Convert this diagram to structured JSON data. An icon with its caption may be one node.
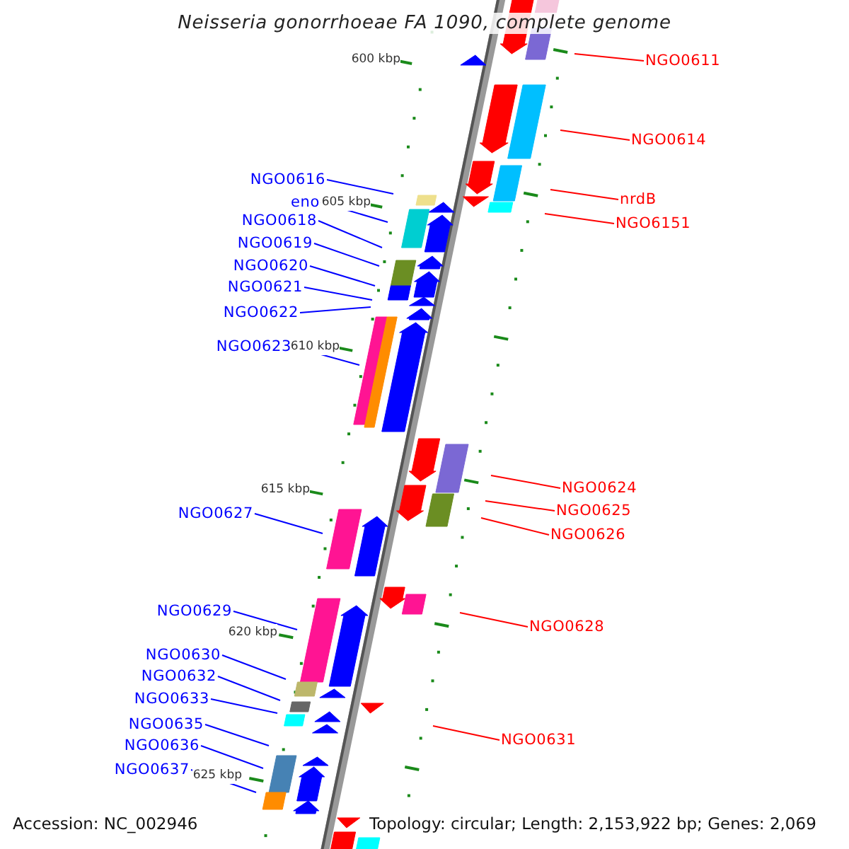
{
  "diagram": {
    "title": "Neisseria gonorrhoeae FA 1090, complete genome",
    "nodes": [
      {
        "text": [
          "NGO0611"
        ]
      },
      {
        "text": [
          "NGO0614"
        ]
      },
      {
        "text": [
          "NGO0616"
        ]
      },
      {
        "text": [
          "nrdB"
        ]
      },
      {
        "text": [
          "eno"
        ]
      },
      {
        "text": [
          "NGO0618"
        ]
      },
      {
        "text": [
          "NGO6151"
        ]
      },
      {
        "text": [
          "NGO0619"
        ]
      },
      {
        "text": [
          "NGO0620"
        ]
      },
      {
        "text": [
          "NGO0621"
        ]
      },
      {
        "text": [
          "NGO0622"
        ]
      },
      {
        "text": [
          "NGO0623"
        ]
      },
      {
        "text": [
          "NGO0624"
        ]
      },
      {
        "text": [
          "NGO0625"
        ]
      },
      {
        "text": [
          "NGO0627"
        ]
      },
      {
        "text": [
          "NGO0626"
        ]
      },
      {
        "text": [
          "NGO0629"
        ]
      },
      {
        "text": [
          "NGO0628"
        ]
      },
      {
        "text": [
          "NGO0630"
        ]
      },
      {
        "text": [
          "NGO0632"
        ]
      },
      {
        "text": [
          "NGO0633"
        ]
      },
      {
        "text": [
          "NGO0635"
        ]
      },
      {
        "text": [
          "NGO0631"
        ]
      },
      {
        "text": [
          "NGO0636"
        ]
      },
      {
        "text": [
          "NGO0637"
        ]
      }
    ],
    "edges": [
      {
        "from": 0,
        "to": null,
        "arrow": "none",
        "color": "#ff0000"
      },
      {
        "from": 1,
        "to": null,
        "arrow": "none",
        "color": "#ff0000"
      },
      {
        "from": 2,
        "to": null,
        "arrow": "none"
      },
      {
        "from": 3,
        "to": null,
        "arrow": "none",
        "color": "#ff0000"
      },
      {
        "from": 4,
        "to": null,
        "arrow": "none"
      },
      {
        "from": 5,
        "to": null,
        "arrow": "none"
      },
      {
        "from": 6,
        "to": null,
        "arrow": "none",
        "color": "#ff0000"
      },
      {
        "from": 7,
        "to": null,
        "arrow": "none"
      },
      {
        "from": 8,
        "to": null,
        "arrow": "none"
      },
      {
        "from": 9,
        "to": null,
        "arrow": "none"
      },
      {
        "from": 10,
        "to": null,
        "arrow": "none"
      },
      {
        "from": 11,
        "to": null,
        "arrow": "none"
      },
      {
        "from": 12,
        "to": null,
        "arrow": "none",
        "color": "#ff0000"
      },
      {
        "from": 13,
        "to": null,
        "arrow": "none",
        "color": "#ff0000"
      },
      {
        "from": 14,
        "to": null,
        "arrow": "none"
      },
      {
        "from": 15,
        "to": null,
        "arrow": "none",
        "color": "#ff0000"
      },
      {
        "from": 16,
        "to": null,
        "arrow": "none"
      },
      {
        "from": 17,
        "to": null,
        "arrow": "none",
        "color": "#ff0000"
      },
      {
        "from": 18,
        "to": null,
        "arrow": "none"
      },
      {
        "from": 19,
        "to": null,
        "arrow": "none"
      },
      {
        "from": 20,
        "to": null,
        "arrow": "none"
      },
      {
        "from": 21,
        "to": null,
        "arrow": "none"
      },
      {
        "from": 22,
        "to": null,
        "arrow": "none",
        "color": "#ff0000"
      },
      {
        "from": 23,
        "to": null,
        "arrow": "none"
      },
      {
        "from": 24,
        "to": null,
        "arrow": "none"
      }
    ],
    "labels": [
      "600 kbp",
      "605 kbp",
      "610 kbp",
      "615 kbp",
      "620 kbp",
      "625 kbp",
      "Accession: NC_002946",
      "Topology: circular; Length: 2,153,922 bp; Genes: 2,069"
    ]
  }
}
